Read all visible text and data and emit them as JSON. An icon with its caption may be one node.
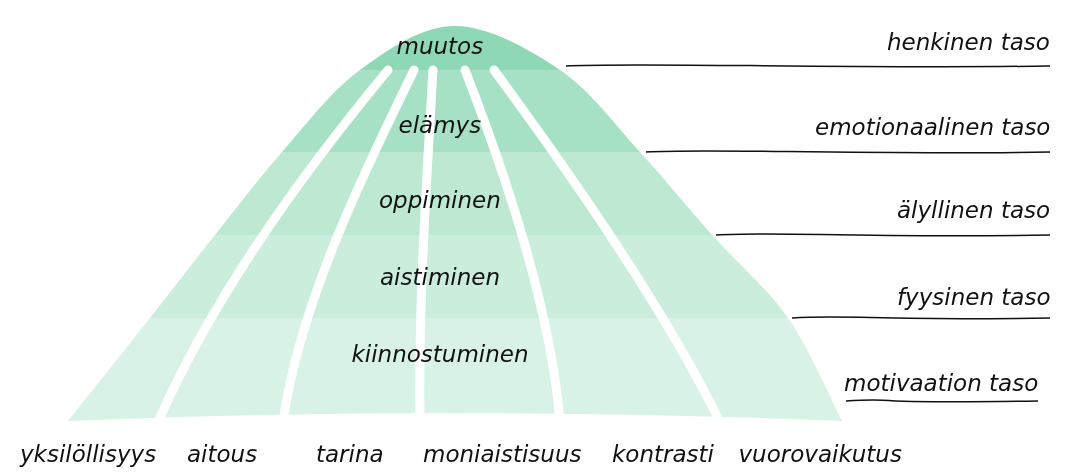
{
  "diagram": {
    "nodes": [
      {
        "text": [
          "muutos"
        ]
      },
      {
        "text": [
          "elämys"
        ]
      },
      {
        "text": [
          "oppiminen"
        ]
      },
      {
        "text": [
          "aistiminen"
        ]
      },
      {
        "text": [
          "kiinnostuminen"
        ]
      },
      {
        "text": [
          "henkinen taso"
        ]
      },
      {
        "text": [
          "emotionaalinen taso"
        ]
      },
      {
        "text": [
          "älyllinen taso"
        ]
      },
      {
        "text": [
          "fyysinen taso"
        ]
      },
      {
        "text": [
          "motivaation taso"
        ]
      }
    ],
    "edges": [
      {
        "from": 5,
        "to": 0,
        "arrow": "none"
      },
      {
        "from": 6,
        "to": 1,
        "arrow": "none"
      },
      {
        "from": 7,
        "to": 2,
        "arrow": "none"
      },
      {
        "from": 8,
        "to": 3,
        "arrow": "none"
      },
      {
        "from": 9,
        "to": 4,
        "arrow": "none"
      }
    ],
    "labels": [
      "yksilöllisyys",
      "aitous",
      "tarina",
      "moniaistisuus",
      "kontrasti",
      "vuorovaikutus"
    ]
  }
}
